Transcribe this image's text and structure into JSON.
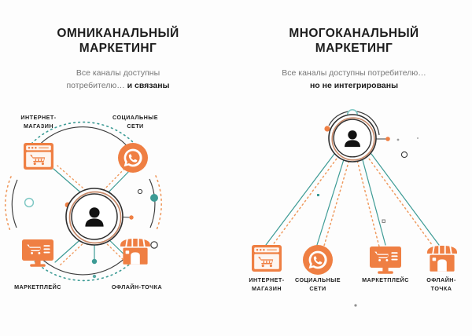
{
  "colors": {
    "orange": "#ef7f43",
    "orange_dark": "#e8732f",
    "teal": "#3d9b95",
    "teal_light": "#7fc8c4",
    "dark": "#1d1d1d",
    "grey_text": "#777777",
    "arc_dark": "#3c3c3c",
    "background": "#fdfdfd"
  },
  "panels": [
    {
      "id": "omnichannel",
      "title": "ОМНИКАНАЛЬНЫЙ\nМАРКЕТИНГ",
      "title_line1": "ОМНИКАНАЛЬНЫЙ",
      "title_line2": "МАРКЕТИНГ",
      "subtitle_line1": "Все каналы доступны",
      "subtitle_line2_plain": "потребителю…",
      "subtitle_line2_accent": "и связаны",
      "layout": "circular",
      "center_icon": "person-icon",
      "channels": [
        {
          "key": "internet-shop",
          "label_line1": "ИНТЕРНЕТ-",
          "label_line2": "МАГАЗИН",
          "icon": "online-store-icon",
          "position": "top-left"
        },
        {
          "key": "social-networks",
          "label_line1": "СОЦИАЛЬНЫЕ",
          "label_line2": "СЕТИ",
          "icon": "whatsapp-icon",
          "position": "top-right"
        },
        {
          "key": "marketplace",
          "label_line1": "МАРКЕТПЛЕЙС",
          "label_line2": "",
          "icon": "marketplace-monitor-icon",
          "position": "bottom-left"
        },
        {
          "key": "offline-point",
          "label_line1": "ОФЛАЙН-ТОЧКА",
          "label_line2": "",
          "icon": "storefront-icon",
          "position": "bottom-right"
        }
      ]
    },
    {
      "id": "multichannel",
      "title": "МНОГОКАНАЛЬНЫЙ\nМАРКЕТИНГ",
      "title_line1": "МНОГОКАНАЛЬНЫЙ",
      "title_line2": "МАРКЕТИНГ",
      "subtitle_line1": "Все каналы доступны потребителю…",
      "subtitle_line2_accent": "но не интегрированы",
      "layout": "radial-fan",
      "center_icon": "person-icon",
      "channels": [
        {
          "key": "internet-shop",
          "label_line1": "ИНТЕРНЕТ-",
          "label_line2": "МАГАЗИН",
          "icon": "online-store-icon",
          "position": "col-1"
        },
        {
          "key": "social-networks",
          "label_line1": "СОЦИАЛЬНЫЕ",
          "label_line2": "СЕТИ",
          "icon": "whatsapp-icon",
          "position": "col-2"
        },
        {
          "key": "marketplace",
          "label_line1": "МАРКЕТПЛЕЙС",
          "label_line2": "",
          "icon": "marketplace-monitor-icon",
          "position": "col-3"
        },
        {
          "key": "offline-point",
          "label_line1": "ОФЛАЙН-",
          "label_line2": "ТОЧКА",
          "icon": "storefront-icon",
          "position": "col-4"
        }
      ]
    }
  ]
}
